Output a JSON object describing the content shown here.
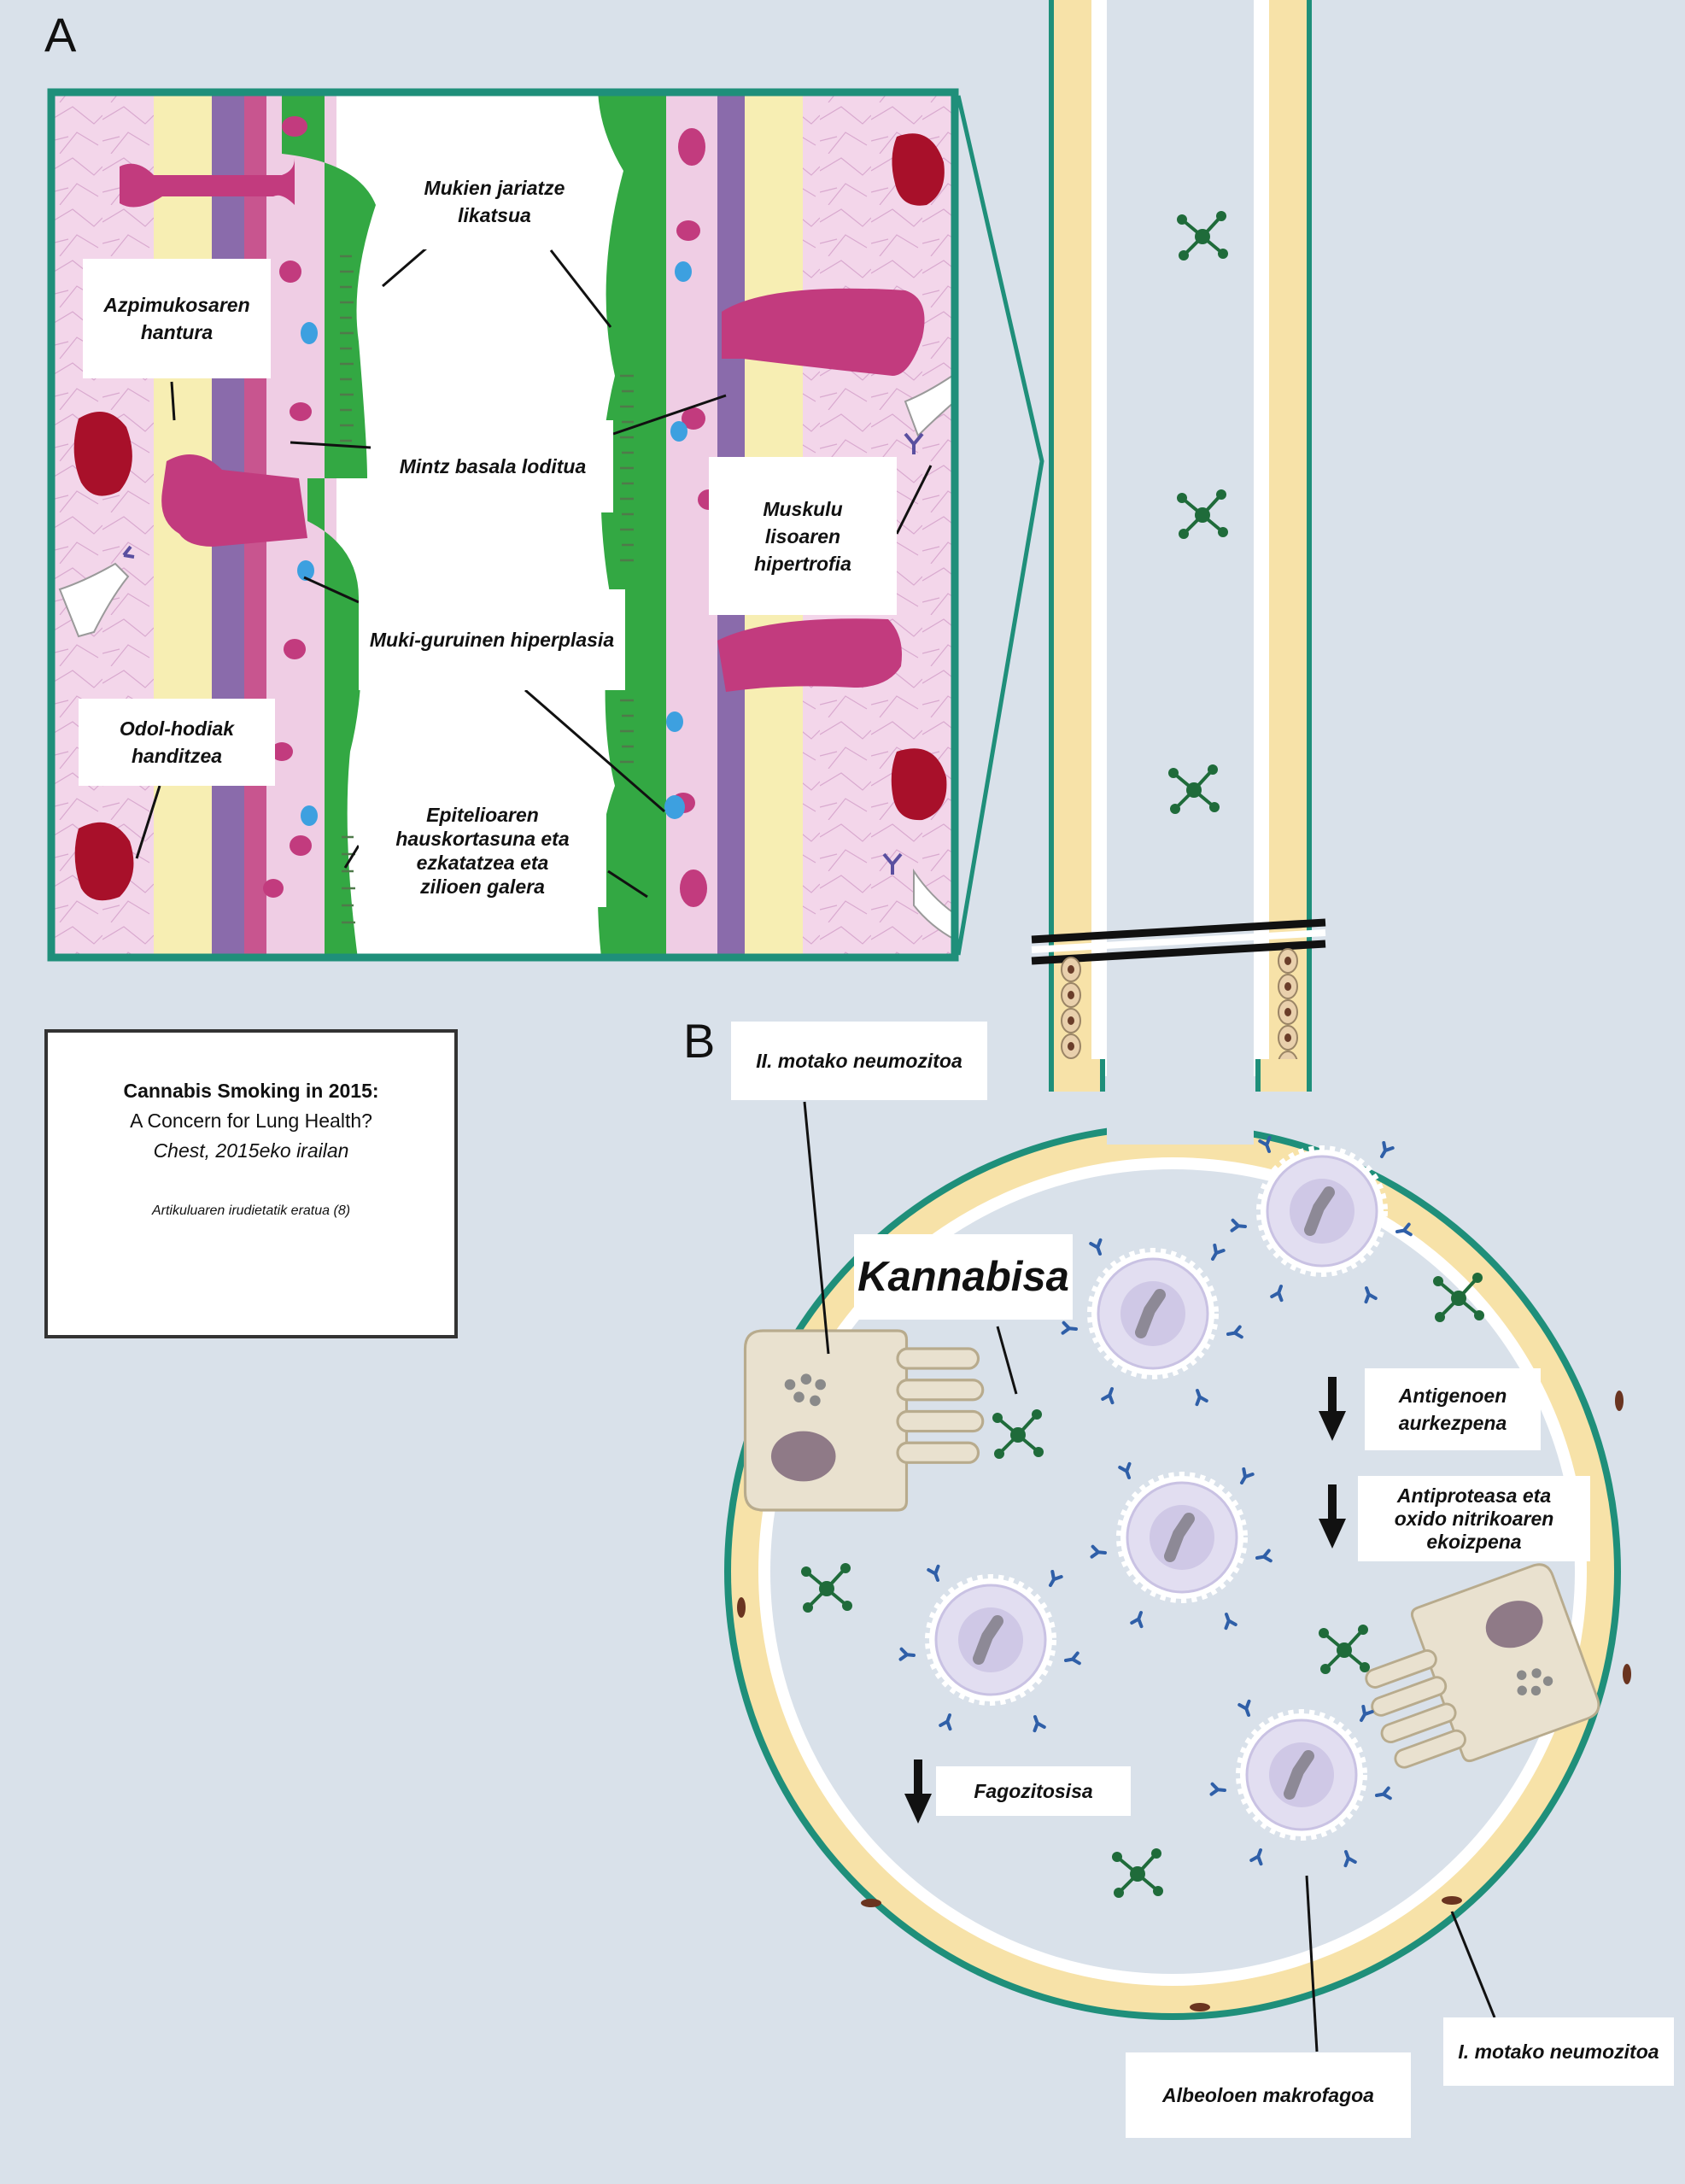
{
  "panels": {
    "a": "A",
    "b": "B"
  },
  "labels_a": {
    "mucus": "Mukien jariatze\nlikatsua",
    "submucosa": "Azpimukosaren\nhantura",
    "basement": "Mintz basala loditua",
    "smooth_muscle": "Muskulu\nlisoaren\nhipertrofia",
    "goblet": "Muki-guruinen hiperplasia",
    "vessels": "Odol-hodiak\nhanditzea",
    "epithelium": "Epitelioaren\nhauskortasuna eta\nezkatatzea eta\nzilioen galera"
  },
  "labels_b": {
    "type2": "II. motako neumozitoa",
    "cannabis": "Kannabisa",
    "antigen": "Antigenoen\naurkezpena",
    "antiprotease": "Antiproteasa eta\noxido nitrikoaren\nekoizpena",
    "phagocytosis": "Fagozitosisa",
    "macrophage": "Albeoloen makrofagoa",
    "type1": "I. motako neumozitoa"
  },
  "source": {
    "title": "Cannabis Smoking in 2015:",
    "subtitle": "A Concern for Lung Health?",
    "journal": "Chest, 2015eko irailan",
    "note": "Artikuluaren irudietatik eratua (8)"
  },
  "colors": {
    "background": "#d9e1ea",
    "teal_border": "#1f8f7a",
    "mucus_green": "#33a843",
    "goblet_magenta": "#c23b7e",
    "epithelium_pink": "#efcde4",
    "wall_cream": "#f7e2a8",
    "macrophage_lilac": "#e2def1",
    "antibody_blue": "#2f5fa8",
    "cannabinoid_green": "#1f6b3a",
    "vessel_red": "#a8102a"
  }
}
